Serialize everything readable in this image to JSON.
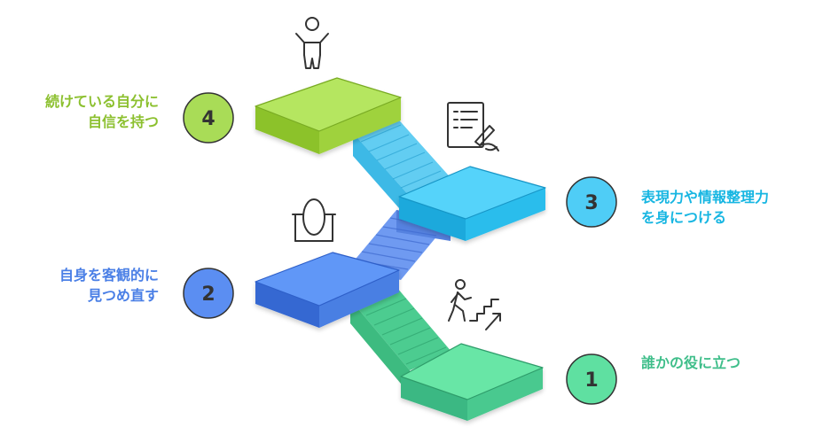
{
  "steps": [
    {
      "number": "1",
      "lines": [
        "誰かの役に立つ"
      ],
      "color": "#3fbe8a",
      "icon": "person-climbing-stairs-icon"
    },
    {
      "number": "2",
      "lines": [
        "自身を客観的に",
        "見つめ直す"
      ],
      "color": "#4a7fe6",
      "icon": "mirror-icon"
    },
    {
      "number": "3",
      "lines": [
        "表現力や情報整理力",
        "を身につける"
      ],
      "color": "#17b6e2",
      "icon": "writing-document-icon"
    },
    {
      "number": "4",
      "lines": [
        "続けている自分に",
        "自信を持つ"
      ],
      "color": "#8cc02f",
      "icon": "celebrating-person-icon"
    }
  ],
  "palette": {
    "green_top": "#63e3a3",
    "green_side": "#3fc78a",
    "green_stair": "#57d69a",
    "blue_top": "#5b93f6",
    "blue_side": "#3f72db",
    "blue_stair": "#5e8ff0",
    "cyan_top": "#4fd0f8",
    "cyan_side": "#23b6e8",
    "cyan_stair": "#5cc9f0",
    "lime_top": "#b0e25a",
    "lime_side": "#92c933",
    "lime_stair": "#9fd44c",
    "badge_green": "#5fe0a1",
    "badge_blue": "#5b8ef2",
    "badge_cyan": "#4fcdf6",
    "badge_lime": "#a9dc57"
  }
}
